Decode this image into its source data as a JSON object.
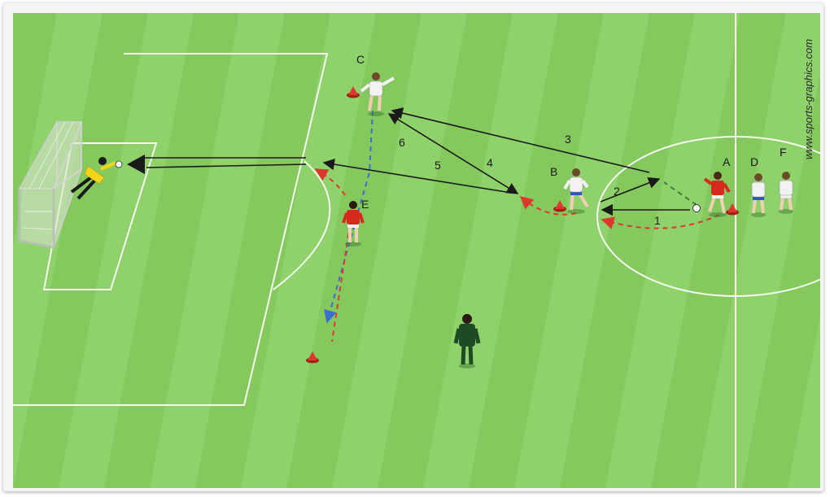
{
  "watermark": "www.sports-graphics.com",
  "players": {
    "A": "A",
    "B": "B",
    "C": "C",
    "D": "D",
    "E": "E",
    "F": "F"
  },
  "actions": [
    "1",
    "2",
    "3",
    "4",
    "5",
    "6"
  ],
  "colors": {
    "pitch_light": "#8fd16a",
    "pitch_dark": "#7cc154",
    "line_white": "#f4fbef",
    "attack_red": "#d62a1e",
    "defend_white": "#f2f2f2",
    "shorts_blue": "#2f55b8",
    "keeper_yellow": "#f2d51a",
    "coach_green": "#1f4a26",
    "arrow_black": "#1a1a1a",
    "run_red": "#e0372c",
    "run_blue": "#3a6fd0"
  }
}
